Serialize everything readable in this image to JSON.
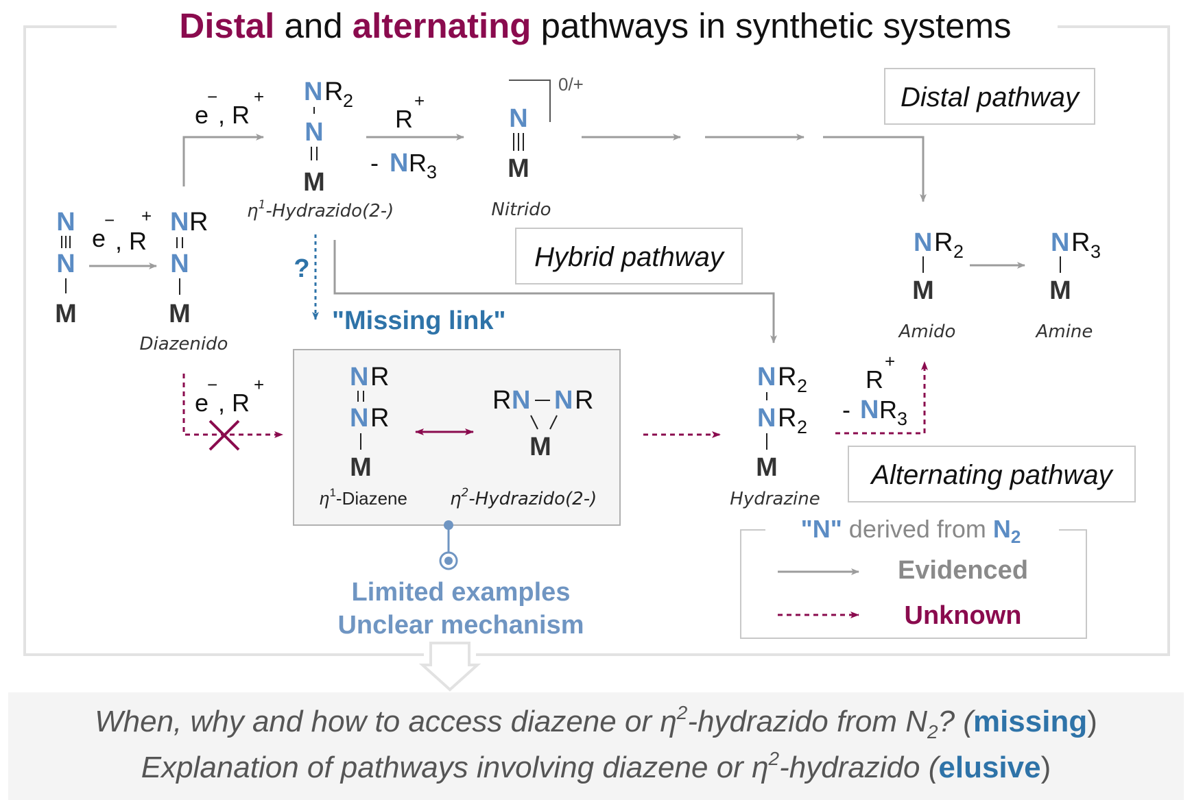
{
  "title": {
    "distal": "Distal",
    "and": " and ",
    "alternating": "alternating",
    "rest": " pathways in synthetic systems"
  },
  "colors": {
    "maroon": "#8a0b4e",
    "blue": "#2e73a8",
    "nblue": "#5b8cc4",
    "lightblue": "#6f95c2",
    "gray": "#9c9c9c",
    "dark": "#333333",
    "text": "#111111"
  },
  "pathways": {
    "distal": "Distal pathway",
    "hybrid": "Hybrid pathway",
    "alternating": "Alternating pathway"
  },
  "reagents": {
    "e": "e",
    "minus": "−",
    "comma_R": ", R",
    "plus": "+",
    "R": "R",
    "dash_space": "- ",
    "charge": "0/+"
  },
  "species": {
    "diazenido": "Diazenido",
    "hydrazido1": "-Hydrazido(2-)",
    "nitrido": "Nitrido",
    "amido": "Amido",
    "amine": "Amine",
    "diazene1": "-Diazene",
    "hydrazido2": "-Hydrazido(2-)",
    "hydrazine": "Hydrazine"
  },
  "atoms": {
    "N": "N",
    "M": "M",
    "R": "R",
    "NR": "NR",
    "eta": "η",
    "one": "1",
    "two": "2",
    "three": "3"
  },
  "missing_link": {
    "q": "?",
    "label": "\"Missing link\""
  },
  "limited": {
    "line1": "Limited examples",
    "line2": "Unclear mechanism"
  },
  "legend": {
    "quoteN": "\"N\"",
    "derived": " derived from ",
    "N2N": "N",
    "N2sub": "2",
    "evidenced": "Evidenced",
    "unknown": "Unknown"
  },
  "footer": {
    "l1a": "When, why and how to access diazene or ",
    "l1eta": "η",
    "l1sup": "2",
    "l1b": "-hydrazido from N",
    "l1sub": "2",
    "l1c": "? (",
    "l1kw": "missing",
    "l1d": ")",
    "l2a": "Explanation of pathways involving diazene or ",
    "l2eta": "η",
    "l2sup": "2",
    "l2b": "-hydrazido (",
    "l2kw": "elusive",
    "l2c": ")"
  }
}
